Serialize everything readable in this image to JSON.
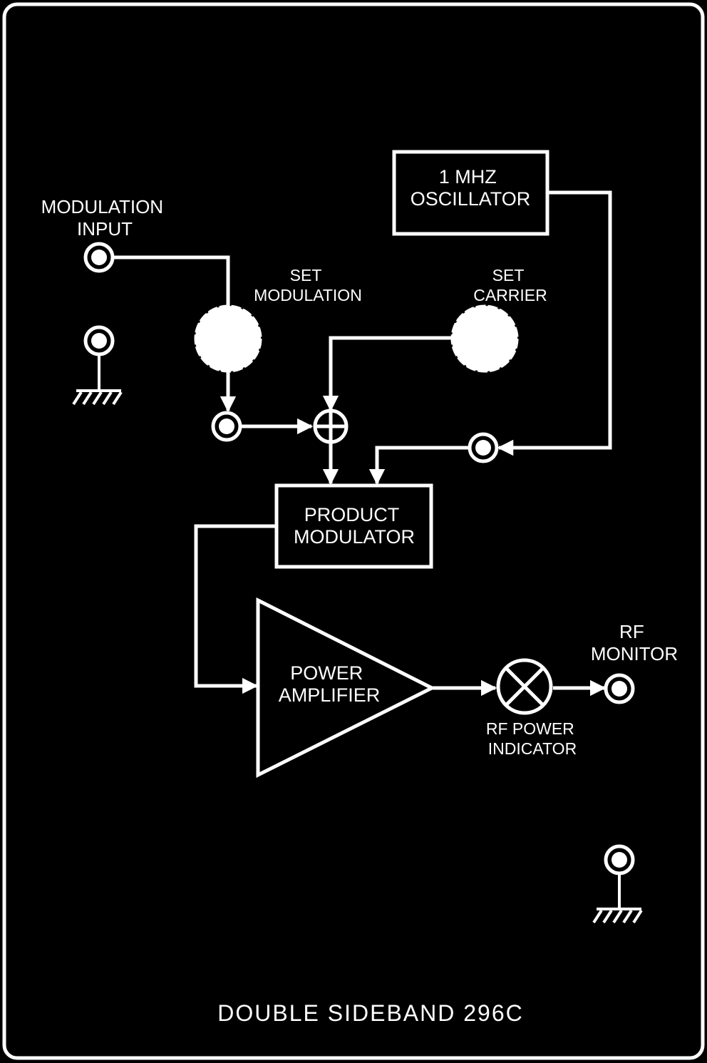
{
  "panel": {
    "title": "DOUBLE SIDEBAND 296C",
    "colors": {
      "background": "#000000",
      "foreground": "#ffffff"
    }
  },
  "labels": {
    "modulation_input": [
      "MODULATION",
      "INPUT"
    ],
    "set_modulation": [
      "SET",
      "MODULATION"
    ],
    "set_carrier": [
      "SET",
      "CARRIER"
    ],
    "rf_monitor": [
      "RF",
      "MONITOR"
    ],
    "rf_power_indicator": [
      "RF POWER",
      "INDICATOR"
    ]
  },
  "blocks": {
    "oscillator": [
      "1 MHZ",
      "OSCILLATOR"
    ],
    "product_modulator": [
      "PRODUCT",
      "MODULATOR"
    ],
    "power_amplifier": [
      "POWER",
      "AMPLIFIER"
    ]
  },
  "icons": [
    "jack-icon",
    "ground-icon",
    "knob-icon",
    "summing-junction-icon",
    "meter-icon",
    "arrow-icon"
  ]
}
